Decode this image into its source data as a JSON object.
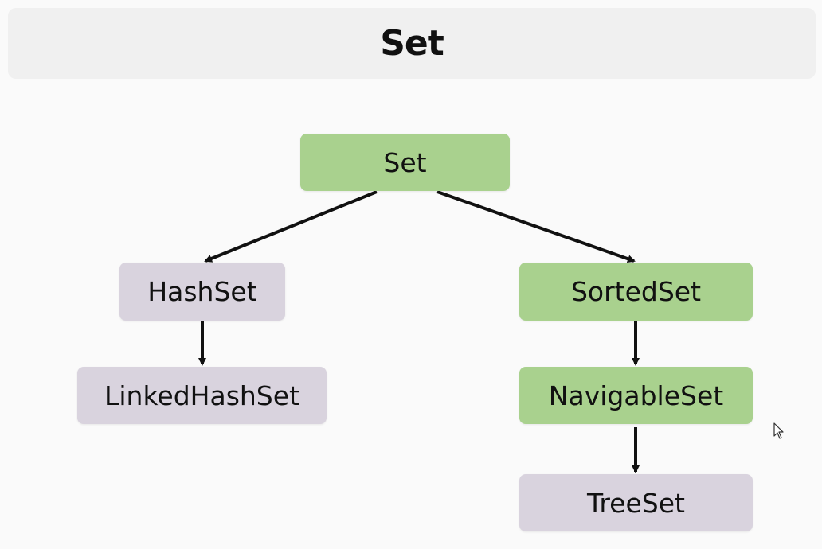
{
  "title": "Set",
  "nodes": {
    "set": {
      "label": "Set",
      "kind": "interface"
    },
    "hashset": {
      "label": "HashSet",
      "kind": "class"
    },
    "sortedset": {
      "label": "SortedSet",
      "kind": "interface"
    },
    "linkedhashset": {
      "label": "LinkedHashSet",
      "kind": "class"
    },
    "navigableset": {
      "label": "NavigableSet",
      "kind": "interface"
    },
    "treeset": {
      "label": "TreeSet",
      "kind": "class"
    }
  },
  "edges": [
    {
      "from": "set",
      "to": "hashset"
    },
    {
      "from": "set",
      "to": "sortedset"
    },
    {
      "from": "hashset",
      "to": "linkedhashset"
    },
    {
      "from": "sortedset",
      "to": "navigableset"
    },
    {
      "from": "navigableset",
      "to": "treeset"
    }
  ],
  "colors": {
    "interface": "#a9d18e",
    "class": "#d9d3de",
    "title_bar": "#f0f0f0",
    "arrow": "#111111"
  }
}
